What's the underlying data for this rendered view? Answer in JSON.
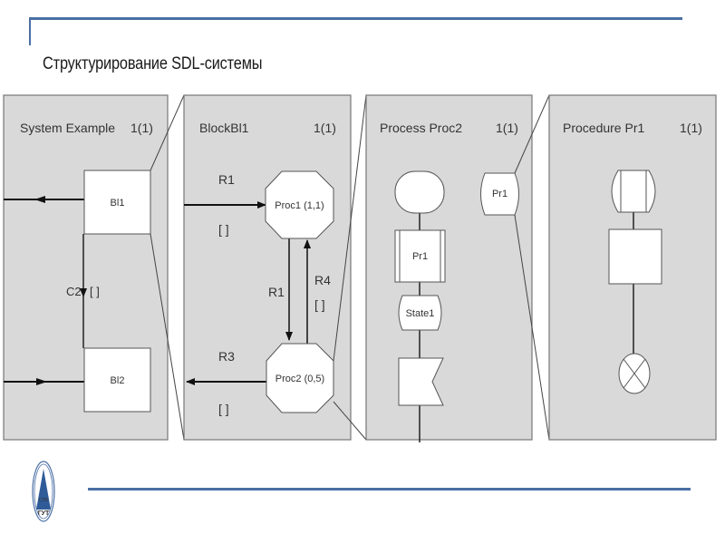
{
  "slide": {
    "title": "Структурирование SDL-системы",
    "accent_color": "#4a6fa5",
    "logo": {
      "name": "spbgut-logo",
      "text_top": "СПб",
      "text_bottom": "ГУТ"
    }
  },
  "panels": [
    {
      "id": "system",
      "heading": "System Example",
      "page": "1(1)",
      "blocks": [
        {
          "label": "Bl1"
        },
        {
          "label": "Bl2"
        }
      ],
      "channel_label": "C2",
      "channel_signals": "[ ]"
    },
    {
      "id": "block",
      "heading": "BlockBl1",
      "page": "1(1)",
      "processes": [
        {
          "label": "Proc1  (1,1)"
        },
        {
          "label": "Proc2  (0,5)"
        }
      ],
      "routes": [
        {
          "name": "R1",
          "signals": "[ ]"
        },
        {
          "name": "R1"
        },
        {
          "name": "R4",
          "signals": "[ ]"
        },
        {
          "name": "R3",
          "signals": "[ ]"
        }
      ]
    },
    {
      "id": "process",
      "heading": "Process Proc2",
      "page": "1(1)",
      "procedure_call": "Pr1",
      "state": "State1",
      "procedure_ref": "Pr1"
    },
    {
      "id": "procedure",
      "heading": "Procedure Pr1",
      "page": "1(1)"
    }
  ]
}
